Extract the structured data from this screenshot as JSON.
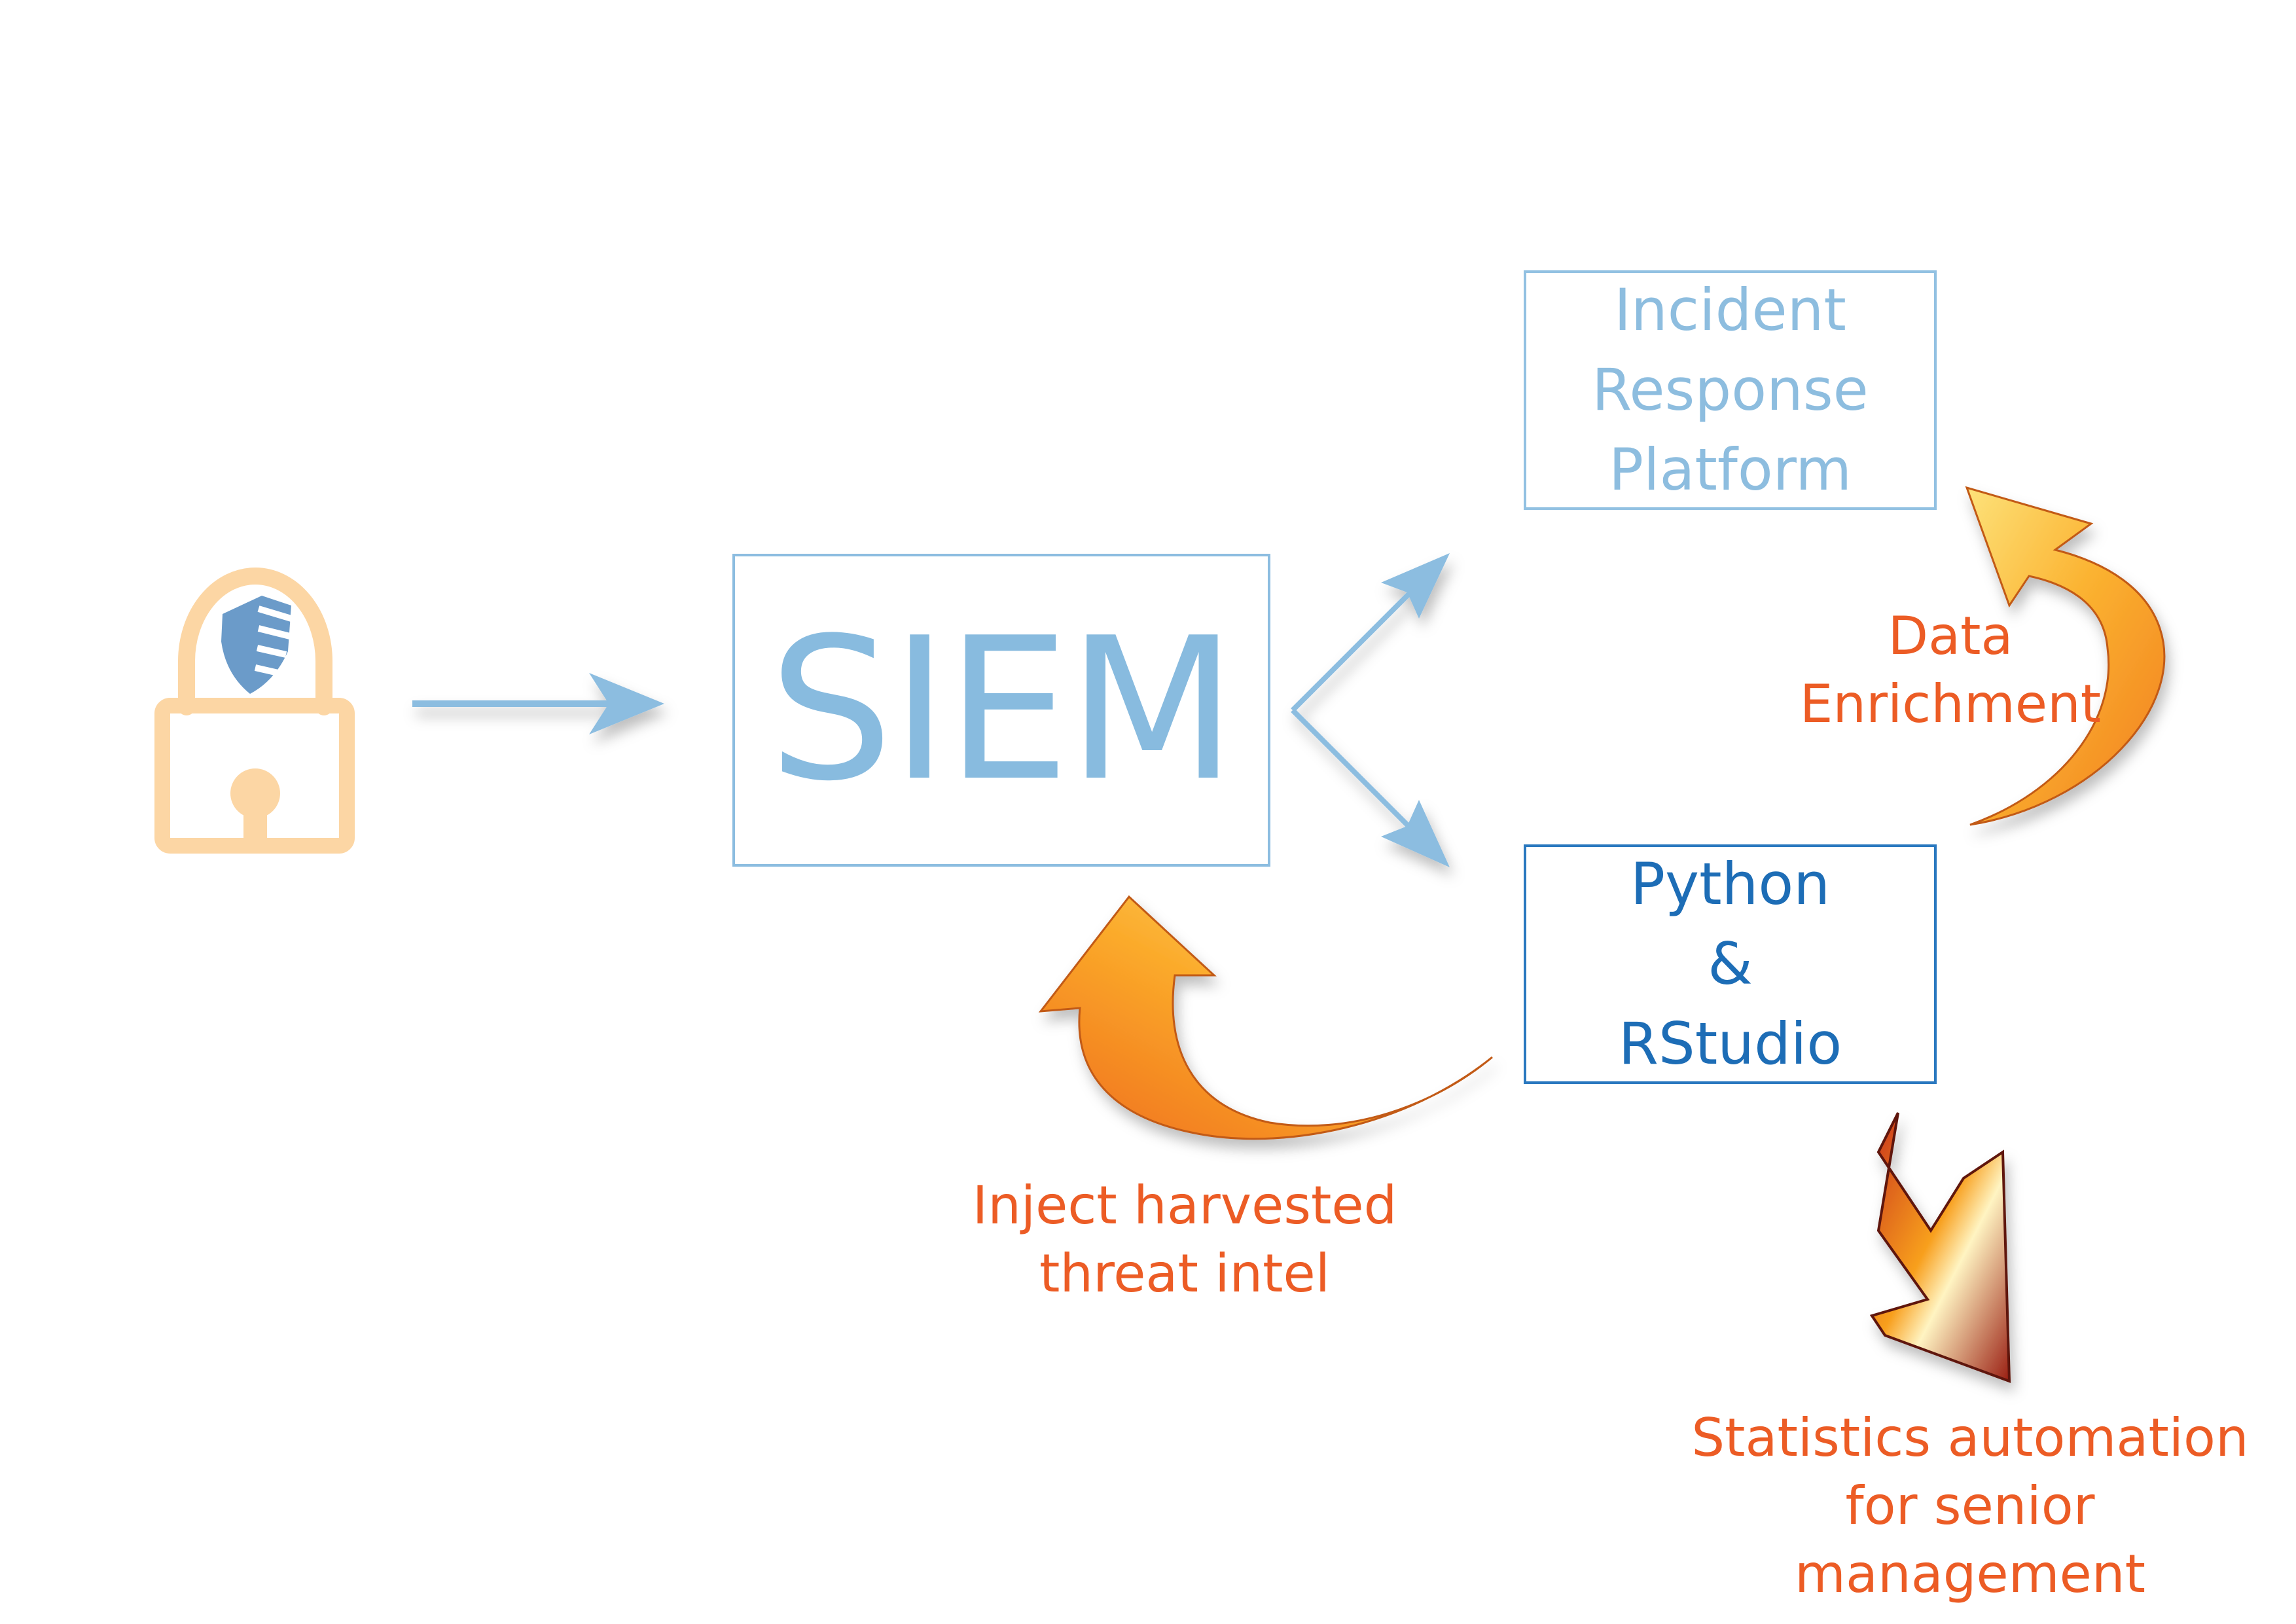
{
  "colors": {
    "light_blue": "#8cbde0",
    "dark_blue": "#1d6db6",
    "orange_text": "#ec5c25",
    "lock_peach": "#fcd6a4",
    "shield_blue": "#6b9bc9"
  },
  "icons": {
    "source": "padlock-shield-icon",
    "flow_arrows": "arrow-right-icon",
    "curved_arrows": "curved-arrow-icon",
    "down_arrow": "down-arrow-icon"
  },
  "siem": {
    "label": "SIEM"
  },
  "incident_response": {
    "lines": [
      "Incident",
      "Response",
      "Platform"
    ]
  },
  "python_rstudio": {
    "lines": [
      "Python",
      "&",
      "RStudio"
    ]
  },
  "labels": {
    "data_enrichment": [
      "Data",
      "Enrichment"
    ],
    "inject": [
      "Inject harvested",
      "threat intel"
    ],
    "statistics": [
      "Statistics automation",
      "for senior management"
    ]
  }
}
